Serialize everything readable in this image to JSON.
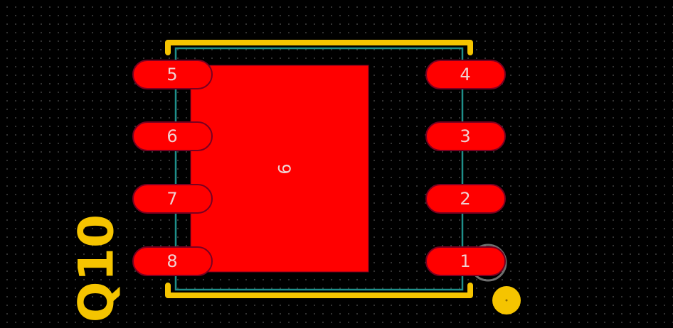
{
  "footprint": {
    "reference": "Q10",
    "thermal_pad_label": "9",
    "pads": [
      {
        "label": "1",
        "side": "right",
        "row": 3
      },
      {
        "label": "2",
        "side": "right",
        "row": 2
      },
      {
        "label": "3",
        "side": "right",
        "row": 1
      },
      {
        "label": "4",
        "side": "right",
        "row": 0
      },
      {
        "label": "5",
        "side": "left",
        "row": 0
      },
      {
        "label": "6",
        "side": "left",
        "row": 1
      },
      {
        "label": "7",
        "side": "left",
        "row": 2
      },
      {
        "label": "8",
        "side": "left",
        "row": 3
      }
    ]
  },
  "colors": {
    "background": "#000000",
    "grid_dot": "#3a3a3a",
    "copper_pad": "#ff0000",
    "pad_outline": "#7a0020",
    "pad_text": "#f0d0d0",
    "silkscreen": "#f5c400",
    "courtyard": "#1f8f8a",
    "pin1_marker": "#f5c400",
    "selection_ring": "#888888"
  }
}
